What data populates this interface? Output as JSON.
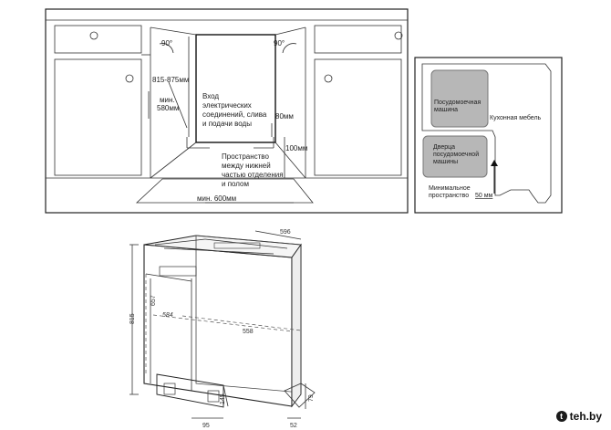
{
  "left_panel": {
    "angle_left": "90°",
    "angle_right": "90°",
    "height_range": "815-875мм",
    "min_depth": "мин.",
    "min_depth_value": "580мм",
    "inlet_line1": "Вход",
    "inlet_line2": "электрических",
    "inlet_line3": "соединений, слива",
    "inlet_line4": "и подачи воды",
    "dim_80": "80мм",
    "dim_100": "100мм",
    "gap_line1": "Пространство",
    "gap_line2": "между нижней",
    "gap_line3": "частью отделения",
    "gap_line4": "и полом",
    "min_width": "мин. 600мм"
  },
  "right_panel": {
    "machine_line1": "Посудомоечная",
    "machine_line2": "машина",
    "furniture": "Кухонная мебель",
    "door_line1": "Дверца",
    "door_line2": "посудомоечной",
    "door_line3": "машины",
    "min_space_line1": "Минимальное",
    "min_space_line2": "пространство",
    "min_space_value": "50 мм"
  },
  "bottom_drawing": {
    "d_596": "596",
    "d_815": "815",
    "d_657": "657",
    "d_584": "584",
    "d_558": "558",
    "d_145": "145",
    "d_95": "95",
    "d_79": "79",
    "d_52": "52"
  },
  "watermark": {
    "icon": "t",
    "text": "teh.by"
  }
}
